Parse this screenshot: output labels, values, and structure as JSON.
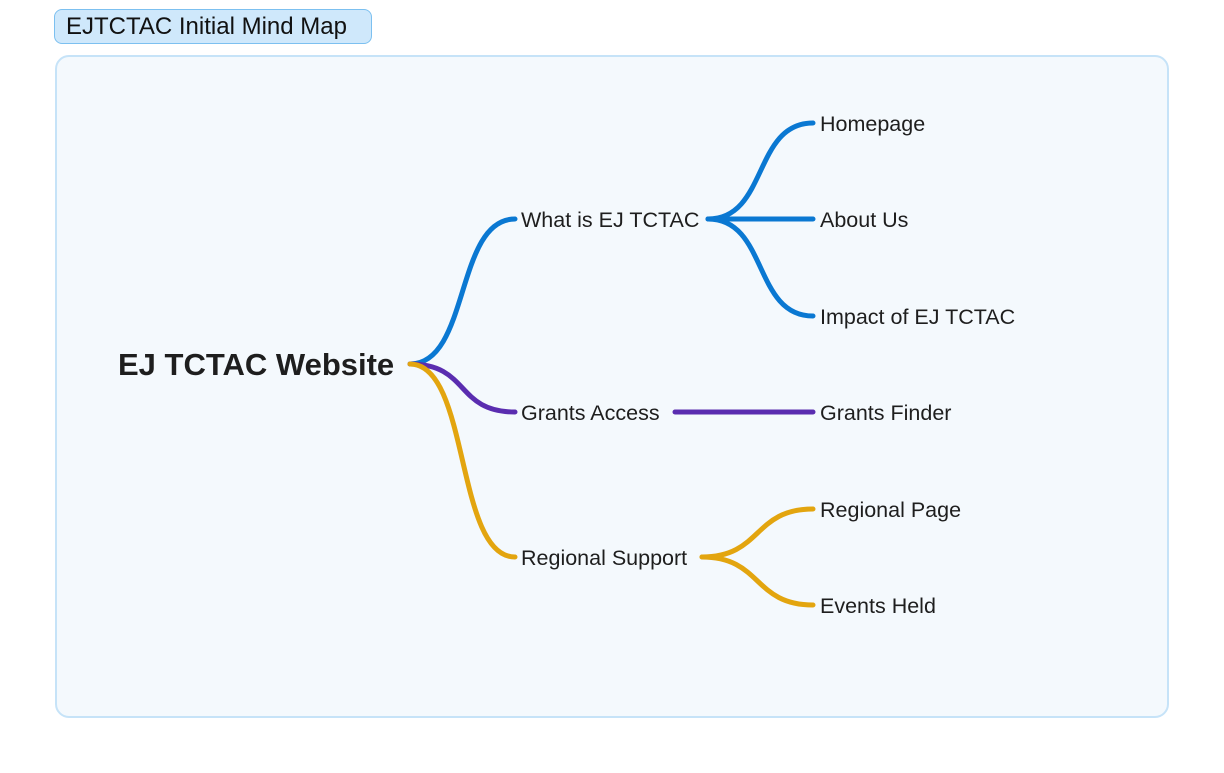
{
  "frame": {
    "title": "EJTCTAC Initial Mind Map"
  },
  "mindmap": {
    "root": "EJ TCTAC Website",
    "branches": [
      {
        "label": "What is EJ TCTAC",
        "color": "#0a78d2",
        "children": [
          "Homepage",
          "About Us",
          "Impact of EJ TCTAC"
        ]
      },
      {
        "label": "Grants Access",
        "color": "#5a2db0",
        "children": [
          "Grants Finder"
        ]
      },
      {
        "label": "Regional Support",
        "color": "#e3a50f",
        "children": [
          "Regional Page",
          "Events Held"
        ]
      }
    ]
  }
}
